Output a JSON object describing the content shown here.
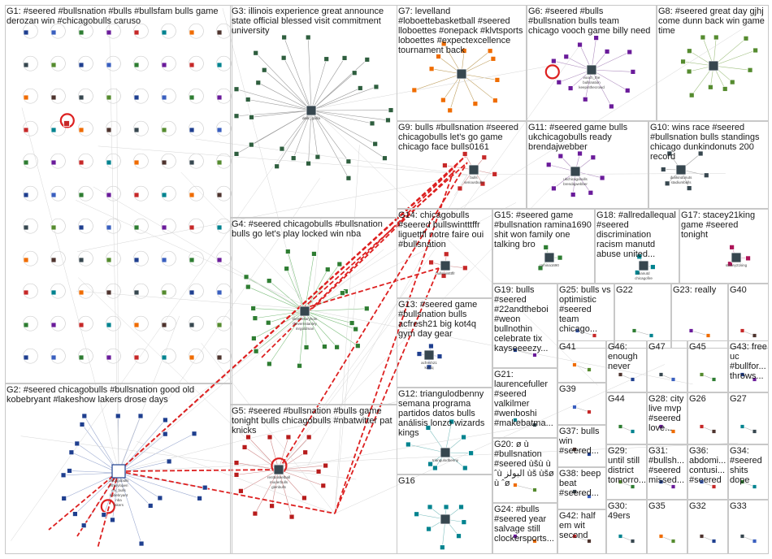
{
  "groups": [
    {
      "id": "G1",
      "label": "G1: #seered #bullsnation #bulls #bullsfam bulls game derozan win #chicagobulls caruso"
    },
    {
      "id": "G2",
      "label": "G2: #seered chicagobulls #bullsnation good old kobebryant #lakeshow lakers drose days"
    },
    {
      "id": "G3",
      "label": "G3: illinois experience great announce state official blessed visit commitment university"
    },
    {
      "id": "G4",
      "label": "G4: #seered chicagobulls #bullsnation bulls go let's play locked win nba"
    },
    {
      "id": "G5",
      "label": "G5: #seered #bullsnation #bulls game tonight bulls chicagobulls #nbatwitter pat knicks"
    },
    {
      "id": "G6",
      "label": "G6: #seered #bulls #bullsnation bulls team chicago vooch game billy need"
    },
    {
      "id": "G7",
      "label": "G7: levelland #loboettebasketball #seered lloboettes #onepack #klvtsports loboettes #expectexcellence tournament back"
    },
    {
      "id": "G8",
      "label": "G8: #seered great day gjhj come dunn back win game time"
    },
    {
      "id": "G9",
      "label": "G9: bulls #bullsnation #seered chicagobulls let's go game chicago face bulls0161"
    },
    {
      "id": "G10",
      "label": "G10: wins race #seered #bullsnation bulls standings chicago dunkindonuts 200 record"
    },
    {
      "id": "G11",
      "label": "G11: #seered game bulls ukchicagobulls ready brendajwebber"
    },
    {
      "id": "G12",
      "label": "G12: triangulodbenny semana programa partidos datos bulls análisis lonzo wizards kings"
    },
    {
      "id": "G13",
      "label": "G13: #seered game #bullsnation bulls acfresh21 big kot4q gym day gear"
    },
    {
      "id": "G14",
      "label": "G14: chicagobulls #seered bullswintttffr liguettfl notre faire oui #bullsnation"
    },
    {
      "id": "G15",
      "label": "G15: #seered game #bullsnation ramina1690 shit won family one talking bro"
    },
    {
      "id": "G16",
      "label": "G16"
    },
    {
      "id": "G17",
      "label": "G17: stacey21king game #seered tonight"
    },
    {
      "id": "G18",
      "label": "G18: #allredallequal #seered discrimination racism manutd abuse united..."
    },
    {
      "id": "G19",
      "label": "G19: bulls #seered #22andtheboi #weon bullnothin celebrate tix kayseeeezy..."
    },
    {
      "id": "G20",
      "label": "G20: ø ù #bullsnation #seered ùšù ù ˆù البولز ùš ùšø ù ˆø"
    },
    {
      "id": "G21",
      "label": "G21: laurencefuller #seered valkilmer #wenboshi #makebatma..."
    },
    {
      "id": "G22",
      "label": "G22"
    },
    {
      "id": "G23",
      "label": "G23: really"
    },
    {
      "id": "G24",
      "label": "G24: #bulls #seered year salvage still clockersports..."
    },
    {
      "id": "G25",
      "label": "G25: bulls vs optimistic #seered team chicago..."
    },
    {
      "id": "G26",
      "label": "G26"
    },
    {
      "id": "G27",
      "label": "G27"
    },
    {
      "id": "G28",
      "label": "G28: city live mvp #seered love..."
    },
    {
      "id": "G29",
      "label": "G29: until still district tomorro..."
    },
    {
      "id": "G30",
      "label": "G30: 49ers"
    },
    {
      "id": "G31",
      "label": "G31: #bullsh... #seered missed..."
    },
    {
      "id": "G32",
      "label": "G32"
    },
    {
      "id": "G33",
      "label": "G33"
    },
    {
      "id": "G34",
      "label": "G34: #seered shits dope"
    },
    {
      "id": "G35",
      "label": "G35"
    },
    {
      "id": "G36",
      "label": "G36: abdomi... contusi... #seered"
    },
    {
      "id": "G37",
      "label": "G37: bulls win #seered..."
    },
    {
      "id": "G38",
      "label": "G38: beep beat #seered..."
    },
    {
      "id": "G39",
      "label": "G39"
    },
    {
      "id": "G40",
      "label": "G40"
    },
    {
      "id": "G41",
      "label": "G41"
    },
    {
      "id": "G42",
      "label": "G42: half em wit second"
    },
    {
      "id": "G43",
      "label": "G43: free uc #bullfor... throws..."
    },
    {
      "id": "G44",
      "label": "G44"
    },
    {
      "id": "G45",
      "label": "G45"
    },
    {
      "id": "G46",
      "label": "G46: enough never"
    },
    {
      "id": "G47",
      "label": "G47"
    }
  ],
  "node_labels": {
    "G3": [
      "dear_quilla"
    ],
    "G2": [
      "chicagobulls",
      "ethalyloperi",
      "chi_bulls",
      "kobebryant",
      "nba",
      "lakers"
    ],
    "G4": [
      "elementaryholn",
      "thevernstanley",
      "mrgoldman"
    ],
    "G5": [
      "rentbasketball",
      "moderbulls",
      "glenbulls"
    ],
    "G6": [
      "vooch_the",
      "bullsnation",
      "keepinthecrowd"
    ],
    "G9": [
      "bulls",
      "seriousbulls"
    ],
    "G11": [
      "ukchicagobulls",
      "brendajwebber"
    ],
    "G10": [
      "dunkindonuts",
      "stadiumbulls"
    ],
    "G13": [
      "acfresh21",
      "kot4q"
    ],
    "G14": [
      "bullswintttffr"
    ],
    "G15": [
      "ramina1690"
    ],
    "G12": [
      "triangulodbenny"
    ],
    "G17": [
      "stacey21king"
    ],
    "G18": [
      "manutd",
      "chicagofire"
    ]
  },
  "colors": {
    "box_border": "#c8c8c8",
    "edge_gray": "#c0c0c0",
    "edge_red": "#dd2020",
    "node_blue": "#1f3f8f",
    "node_green": "#2e7d32",
    "node_red": "#b71c1c",
    "node_teal": "#2f7f7f"
  }
}
